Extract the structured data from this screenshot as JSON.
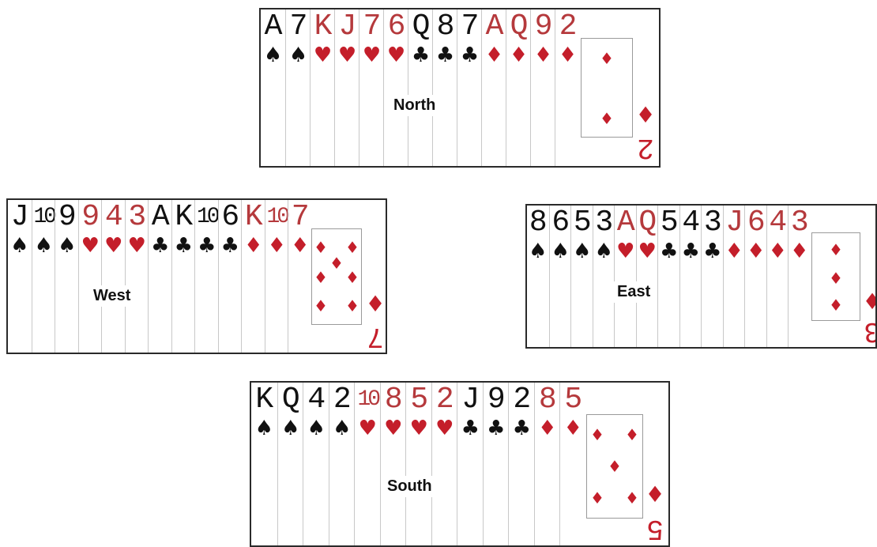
{
  "colors": {
    "red": "#c41e2a",
    "black": "#111111"
  },
  "hands": {
    "north": {
      "label": "North",
      "cards": [
        {
          "rank": "A",
          "suit": "♠",
          "color": "black"
        },
        {
          "rank": "7",
          "suit": "♠",
          "color": "black"
        },
        {
          "rank": "K",
          "suit": "♥",
          "color": "red"
        },
        {
          "rank": "J",
          "suit": "♥",
          "color": "red"
        },
        {
          "rank": "7",
          "suit": "♥",
          "color": "red"
        },
        {
          "rank": "6",
          "suit": "♥",
          "color": "red"
        },
        {
          "rank": "Q",
          "suit": "♣",
          "color": "black"
        },
        {
          "rank": "8",
          "suit": "♣",
          "color": "black"
        },
        {
          "rank": "7",
          "suit": "♣",
          "color": "black"
        },
        {
          "rank": "A",
          "suit": "♦",
          "color": "red"
        },
        {
          "rank": "Q",
          "suit": "♦",
          "color": "red"
        },
        {
          "rank": "9",
          "suit": "♦",
          "color": "red"
        },
        {
          "rank": "2",
          "suit": "♦",
          "color": "red"
        }
      ]
    },
    "west": {
      "label": "West",
      "cards": [
        {
          "rank": "J",
          "suit": "♠",
          "color": "black"
        },
        {
          "rank": "10",
          "suit": "♠",
          "color": "black"
        },
        {
          "rank": "9",
          "suit": "♠",
          "color": "black"
        },
        {
          "rank": "9",
          "suit": "♥",
          "color": "red"
        },
        {
          "rank": "4",
          "suit": "♥",
          "color": "red"
        },
        {
          "rank": "3",
          "suit": "♥",
          "color": "red"
        },
        {
          "rank": "A",
          "suit": "♣",
          "color": "black"
        },
        {
          "rank": "K",
          "suit": "♣",
          "color": "black"
        },
        {
          "rank": "10",
          "suit": "♣",
          "color": "black"
        },
        {
          "rank": "6",
          "suit": "♣",
          "color": "black"
        },
        {
          "rank": "K",
          "suit": "♦",
          "color": "red"
        },
        {
          "rank": "10",
          "suit": "♦",
          "color": "red"
        },
        {
          "rank": "7",
          "suit": "♦",
          "color": "red"
        }
      ]
    },
    "east": {
      "label": "East",
      "cards": [
        {
          "rank": "8",
          "suit": "♠",
          "color": "black"
        },
        {
          "rank": "6",
          "suit": "♠",
          "color": "black"
        },
        {
          "rank": "5",
          "suit": "♠",
          "color": "black"
        },
        {
          "rank": "3",
          "suit": "♠",
          "color": "black"
        },
        {
          "rank": "A",
          "suit": "♥",
          "color": "red"
        },
        {
          "rank": "Q",
          "suit": "♥",
          "color": "red"
        },
        {
          "rank": "5",
          "suit": "♣",
          "color": "black"
        },
        {
          "rank": "4",
          "suit": "♣",
          "color": "black"
        },
        {
          "rank": "3",
          "suit": "♣",
          "color": "black"
        },
        {
          "rank": "J",
          "suit": "♦",
          "color": "red"
        },
        {
          "rank": "6",
          "suit": "♦",
          "color": "red"
        },
        {
          "rank": "4",
          "suit": "♦",
          "color": "red"
        },
        {
          "rank": "3",
          "suit": "♦",
          "color": "red"
        }
      ]
    },
    "south": {
      "label": "South",
      "cards": [
        {
          "rank": "K",
          "suit": "♠",
          "color": "black"
        },
        {
          "rank": "Q",
          "suit": "♠",
          "color": "black"
        },
        {
          "rank": "4",
          "suit": "♠",
          "color": "black"
        },
        {
          "rank": "2",
          "suit": "♠",
          "color": "black"
        },
        {
          "rank": "10",
          "suit": "♥",
          "color": "red"
        },
        {
          "rank": "8",
          "suit": "♥",
          "color": "red"
        },
        {
          "rank": "5",
          "suit": "♥",
          "color": "red"
        },
        {
          "rank": "2",
          "suit": "♥",
          "color": "red"
        },
        {
          "rank": "J",
          "suit": "♣",
          "color": "black"
        },
        {
          "rank": "9",
          "suit": "♣",
          "color": "black"
        },
        {
          "rank": "2",
          "suit": "♣",
          "color": "black"
        },
        {
          "rank": "8",
          "suit": "♦",
          "color": "red"
        },
        {
          "rank": "5",
          "suit": "♦",
          "color": "red"
        }
      ]
    }
  }
}
